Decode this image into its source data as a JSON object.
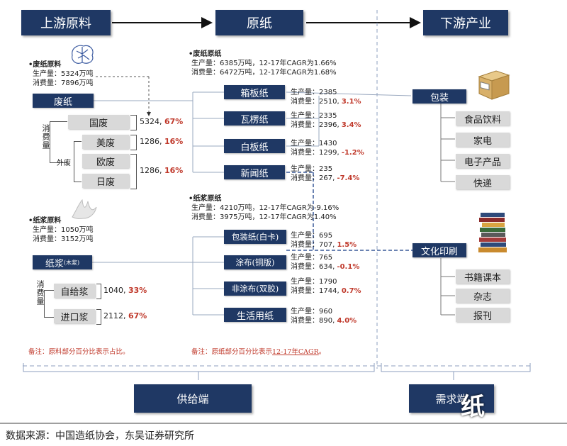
{
  "headers": {
    "upstream": "上游原料",
    "paper": "原纸",
    "downstream": "下游产业"
  },
  "wastepaper": {
    "title": "•废纸原料",
    "production": "生产量：5324万吨",
    "consumption": "消费量：7896万吨",
    "box": "废纸",
    "consume_vertical": "消费量",
    "domestic": "国废",
    "domestic_value": "5324,",
    "domestic_pct": "67%",
    "foreign": "外废",
    "us": "美废",
    "us_value": "1286,",
    "us_pct": "16%",
    "eu": "欧废",
    "jp": "日废",
    "eujp_value": "1286,",
    "eujp_pct": "16%"
  },
  "pulp": {
    "title": "•纸浆原料",
    "production": "生产量：1050万吨",
    "consumption": "消费量：3152万吨",
    "box": "纸浆",
    "box_sub": "(木浆)",
    "consume_vertical": "消费量",
    "self": "自给浆",
    "self_value": "1040,",
    "self_pct": "33%",
    "import": "进口浆",
    "import_value": "2112,",
    "import_pct": "67%"
  },
  "waste_base": {
    "title": "•废纸原纸",
    "line1": "生产量：6385万吨，12-17年CAGR为1.66%",
    "line2": "消费量：6472万吨，12-17年CAGR为1.68%"
  },
  "pulp_base": {
    "title": "•纸浆原纸",
    "line1": "生产量：4210万吨，12-17年CAGR为-9.16%",
    "line2": "消费量：3975万吨，12-17年CAGR为1.40%"
  },
  "papers": [
    {
      "name": "箱板纸",
      "prod_label": "生产量：",
      "prod": "2385",
      "cons_label": "消费量：",
      "cons": "2510,",
      "pct": "3.1%"
    },
    {
      "name": "瓦楞纸",
      "prod_label": "生产量：",
      "prod": "2335",
      "cons_label": "消费量：",
      "cons": "2396,",
      "pct": "3.4%"
    },
    {
      "name": "白板纸",
      "prod_label": "生产量：",
      "prod": "1430",
      "cons_label": "消费量：",
      "cons": "1299,",
      "pct": "-1.2%"
    },
    {
      "name": "新闻纸",
      "prod_label": "生产量：",
      "prod": "235",
      "cons_label": "消费量：",
      "cons": "267,",
      "pct": "-7.4%"
    },
    {
      "name": "包装纸(白卡)",
      "prod_label": "生产量：",
      "prod": "695",
      "cons_label": "消费量：",
      "cons": "707,",
      "pct": "1.5%"
    },
    {
      "name": "涂布(铜版)",
      "prod_label": "生产量：",
      "prod": "765",
      "cons_label": "消费量：",
      "cons": "634,",
      "pct": "-0.1%"
    },
    {
      "name": "非涂布(双胶)",
      "prod_label": "生产量：",
      "prod": "1790",
      "cons_label": "消费量：",
      "cons": "1744,",
      "pct": "0.7%"
    },
    {
      "name": "生活用纸",
      "prod_label": "生产量：",
      "prod": "960",
      "cons_label": "消费量：",
      "cons": "890,",
      "pct": "4.0%"
    }
  ],
  "downstream": {
    "packaging": "包装",
    "packaging_items": [
      "食品饮料",
      "家电",
      "电子产品",
      "快递"
    ],
    "printing": "文化印刷",
    "printing_items": [
      "书籍课本",
      "杂志",
      "报刊"
    ]
  },
  "notes": {
    "left": "备注：原料部分百分比表示占比。",
    "right_prefix": "备注：原纸部分百分比表示",
    "right_link": "12-17年CAGR",
    "right_suffix": "。"
  },
  "bottom": {
    "supply": "供给端",
    "demand": "需求端",
    "watermark": "纸"
  },
  "source": "数据来源：中国造纸协会，东吴证券研究所",
  "colors": {
    "navy": "#1f3864",
    "grey": "#d9d9d9",
    "red": "#c0392b"
  }
}
